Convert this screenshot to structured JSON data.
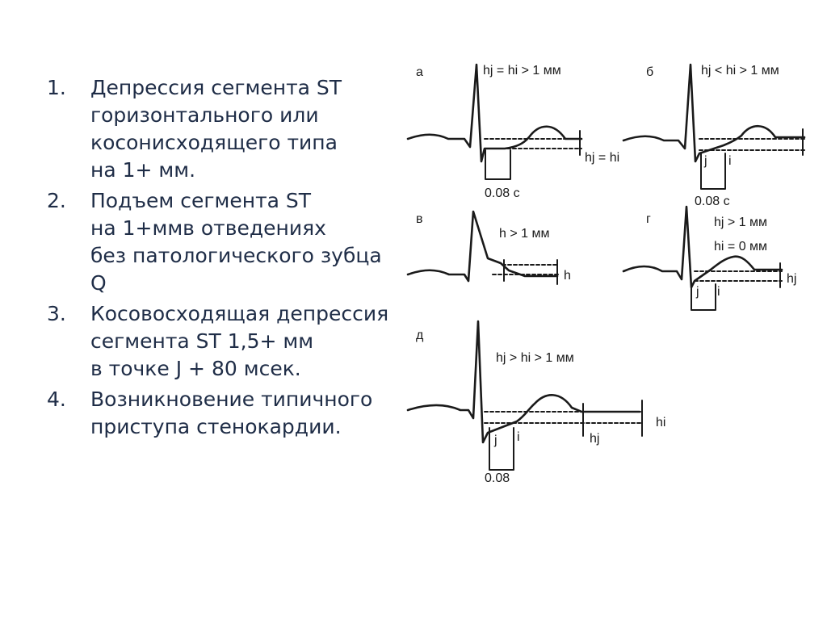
{
  "items": [
    {
      "number": "1.",
      "lines": [
        "Депрессия сегмента ST",
        "горизонтального или",
        "косонисходящего типа",
        "на 1+ мм."
      ]
    },
    {
      "number": "2.",
      "lines": [
        "Подъем сегмента ST",
        "на 1+ммв отведениях",
        "без патологического зубца",
        "Q"
      ]
    },
    {
      "number": "3.",
      "lines": [
        "Косовосходящая депрессия",
        "сегмента ST 1,5+ мм",
        "в точке J + 80 мсек."
      ]
    },
    {
      "number": "4.",
      "lines": [
        "Возникновение типичного",
        "приступа стенокардии."
      ]
    }
  ],
  "figure": {
    "panel_a": {
      "letter": "а",
      "top_text": "hj = hi > 1 мм",
      "measure": "hj = hi",
      "time": "0.08 с"
    },
    "panel_b": {
      "letter": "б",
      "top_text": "hj < hi > 1 мм",
      "time": "0.08 с",
      "j": "j",
      "i": "i"
    },
    "panel_v": {
      "letter": "в",
      "top_text": "h > 1 мм",
      "measure": "h"
    },
    "panel_g": {
      "letter": "г",
      "top_text1": "hj > 1 мм",
      "top_text2": "hi = 0 мм",
      "measure": "hj",
      "j": "j",
      "i": "i"
    },
    "panel_d": {
      "letter": "д",
      "top_text": "hj > hi > 1 мм",
      "hi": "hi",
      "hj": "hj",
      "j": "j",
      "i": "i",
      "time": "0.08"
    }
  }
}
